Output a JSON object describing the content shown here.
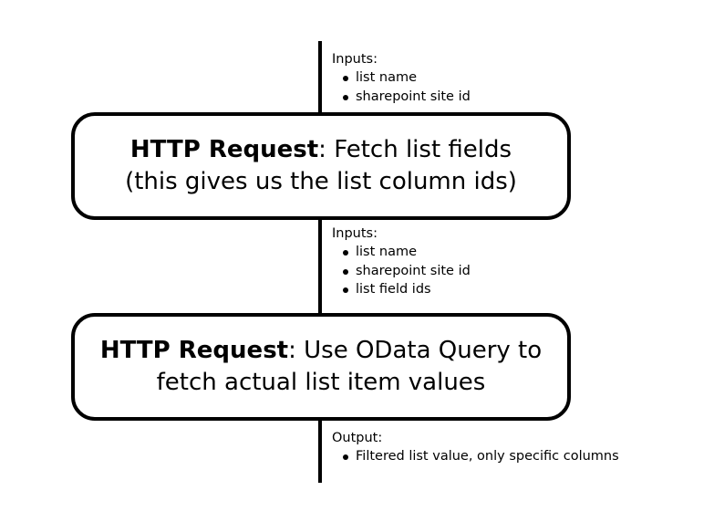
{
  "steps": [
    {
      "title_bold": "HTTP Request",
      "title_rest": ": Fetch list fields",
      "subtitle": "(this gives us the list column ids)"
    },
    {
      "title_bold": "HTTP Request",
      "title_rest": ": Use OData Query to",
      "subtitle": "fetch actual list item values"
    }
  ],
  "annotations": [
    {
      "heading": "Inputs:",
      "items": [
        "list name",
        "sharepoint site id"
      ]
    },
    {
      "heading": "Inputs:",
      "items": [
        "list name",
        "sharepoint site id",
        "list field ids"
      ]
    },
    {
      "heading": "Output:",
      "items": [
        "Filtered list value, only specific columns"
      ]
    }
  ]
}
